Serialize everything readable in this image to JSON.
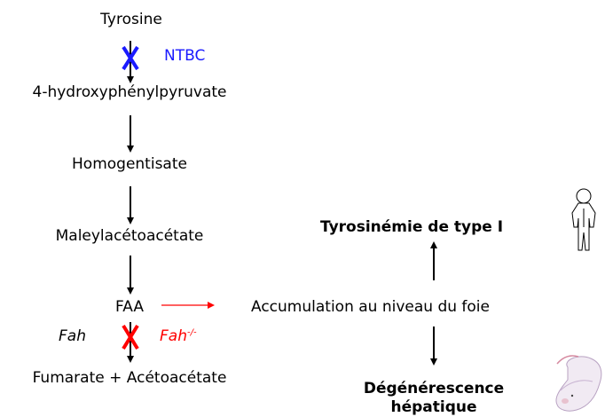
{
  "pathway": {
    "tyrosine": "Tyrosine",
    "inhibitor": "NTBC",
    "hppa": "4-hydroxyphénylpyruvate",
    "homogentisate": "Homogentisate",
    "maleylacetoacetate": "Maleylacétoacétate",
    "faa": "FAA",
    "gene_wt": "Fah",
    "gene_ko": "Fah",
    "gene_ko_sup": "-/-",
    "products": "Fumarate + Acétoacétate"
  },
  "outcomes": {
    "accumulation": "Accumulation au niveau du foie",
    "disease": "Tyrosinémie de type I",
    "degeneration_line1": "Dégénérescence",
    "degeneration_line2": "hépatique"
  },
  "colors": {
    "inhibitor": "#1a1aff",
    "knockout": "#ff0000",
    "arrow": "#000000"
  },
  "icons": [
    "human-figure-icon",
    "mouse-icon"
  ]
}
